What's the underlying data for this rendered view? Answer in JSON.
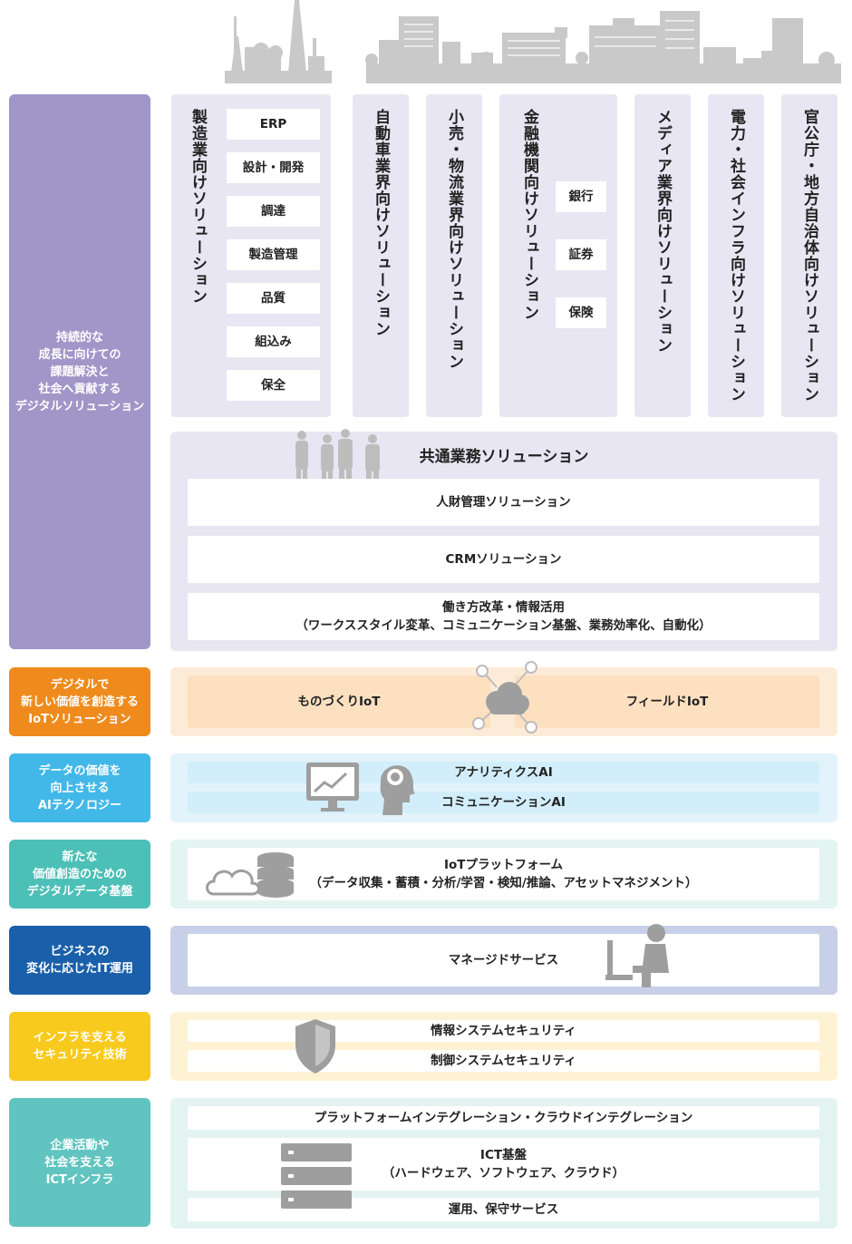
{
  "left_labels": [
    "持続的な\n成長に向けての\n課題解決と\n社会へ貢献する\nデジタルソリューション",
    "デジタルで\n新しい価値を創造する\nIoTソリューション",
    "データの価値を\n向上させる\nAIテクノロジー",
    "新たな\n価値創造のための\nデジタルデータ基盤",
    "ビジネスの\n変化に応じたIT運用",
    "インフラを支える\nセキュリティ技術",
    "企業活動や\n社会を支える\nICTインフラ"
  ],
  "colors": {
    "purple": "#a196c8",
    "orange": "#ee8b1c",
    "lightblue": "#42b8e8",
    "teal": "#4cbfb7",
    "navy": "#1a5fa9",
    "yellow": "#f8ca1e",
    "aqua": "#61c4c0"
  },
  "industry": {
    "manufacturing": {
      "title": "製造業向けソリューション",
      "items": [
        "ERP",
        "設計・開発",
        "調達",
        "製造管理",
        "品質",
        "組込み",
        "保全"
      ]
    },
    "automotive": "自動車業界向けソリューション",
    "retail": "小売・物流業界向けソリューション",
    "finance": {
      "title": "金融機関向けソリューション",
      "items": [
        "銀行",
        "証券",
        "保険"
      ]
    },
    "media": "メディア業界向けソリューション",
    "power": "電力・社会インフラ向けソリューション",
    "government": "官公庁・地方自治体向けソリューション"
  },
  "common": {
    "title": "共通業務ソリューション",
    "items": [
      "人財管理ソリューション",
      "CRMソリューション",
      "働き方改革・情報活用\n（ワークススタイル変革、コミュニケーション基盤、業務効率化、自動化）"
    ]
  },
  "iot": {
    "left": "ものづくりIoT",
    "right": "フィールドIoT"
  },
  "ai": [
    "アナリティクスAI",
    "コミュニケーションAI"
  ],
  "platform": "IoTプラットフォーム\n（データ収集・蓄積・分析/学習・検知/推論、アセットマネジメント）",
  "managed": "マネージドサービス",
  "security": [
    "情報システムセキュリティ",
    "制御システムセキュリティ"
  ],
  "ict": [
    "プラットフォームインテグレーション・クラウドインテグレーション",
    "ICT基盤\n（ハードウェア、ソフトウェア、クラウド）",
    "運用、保守サービス"
  ]
}
